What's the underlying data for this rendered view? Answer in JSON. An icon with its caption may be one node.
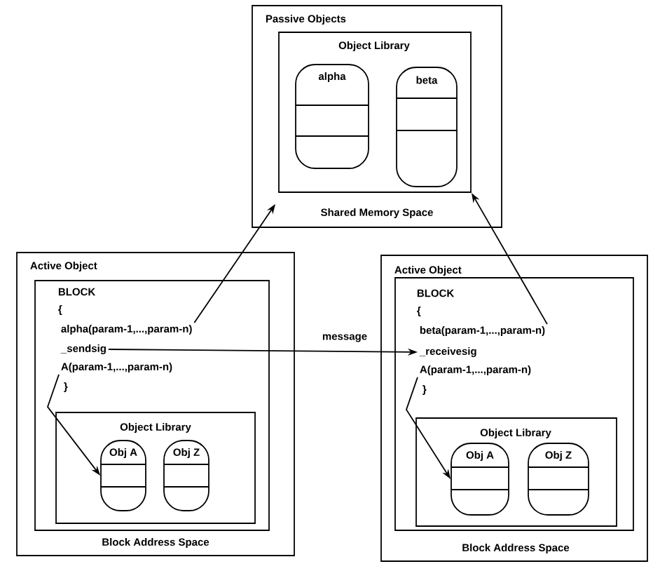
{
  "diagram": {
    "nodes": [
      {
        "text": [
          "Passive Objects",
          "Shared Memory Space"
        ]
      },
      {
        "text": [
          "Object Library"
        ],
        "in": 0
      },
      {
        "text": [
          "alpha"
        ],
        "in": 1
      },
      {
        "text": [
          "beta"
        ],
        "in": 1
      },
      {
        "text": [
          "Active Object",
          "Block Address Space"
        ]
      },
      {
        "text": [
          "BLOCK",
          "{",
          "}"
        ],
        "in": 4
      },
      {
        "text": [
          "alpha(param-1,...,param-n)"
        ],
        "in": 5
      },
      {
        "text": [
          "_sendsig"
        ],
        "in": 5
      },
      {
        "text": [
          "A(param-1,...,param-n)"
        ],
        "in": 5
      },
      {
        "text": [
          "Object Library"
        ],
        "in": 5
      },
      {
        "text": [
          "Obj A"
        ],
        "in": 9
      },
      {
        "text": [
          "Obj Z"
        ],
        "in": 9
      },
      {
        "text": [
          "Active Object",
          "Block Address Space"
        ]
      },
      {
        "text": [
          "BLOCK",
          "{",
          "}"
        ],
        "in": 12
      },
      {
        "text": [
          "beta(param-1,...,param-n)"
        ],
        "in": 13
      },
      {
        "text": [
          "_receivesig"
        ],
        "in": 13
      },
      {
        "text": [
          "A(param-1,...,param-n)"
        ],
        "in": 13
      },
      {
        "text": [
          "Object Library"
        ],
        "in": 13
      },
      {
        "text": [
          "Obj A"
        ],
        "in": 17
      },
      {
        "text": [
          "Obj Z"
        ],
        "in": 17
      }
    ],
    "edges": [
      {
        "from": 6,
        "to": 0,
        "arrow": "to"
      },
      {
        "from": 14,
        "to": 1,
        "arrow": "to"
      },
      {
        "from": 7,
        "to": 15,
        "arrow": "to",
        "label": "message"
      },
      {
        "from": 8,
        "to": 10,
        "arrow": "to"
      },
      {
        "from": 16,
        "to": 18,
        "arrow": "to"
      }
    ]
  }
}
